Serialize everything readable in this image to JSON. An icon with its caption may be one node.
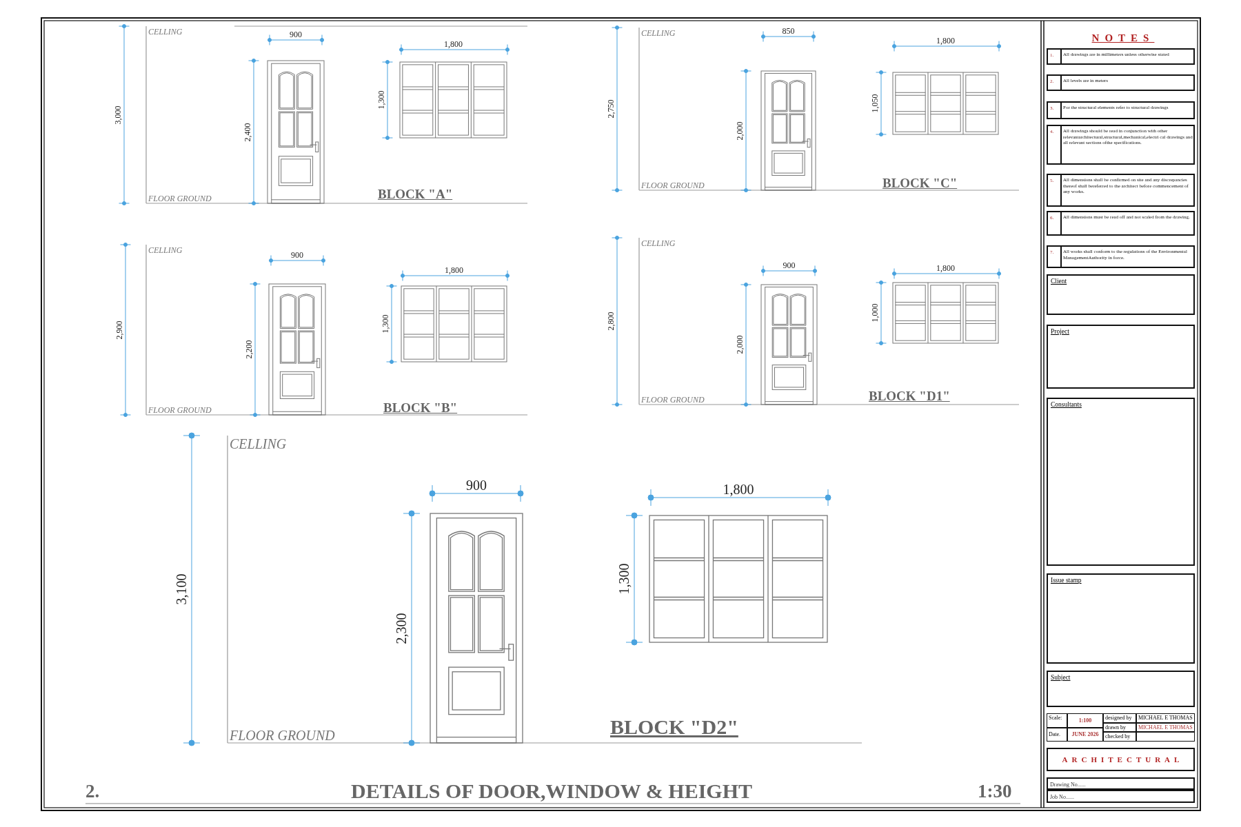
{
  "diagram": {
    "title": "DETAILS OF DOOR,WINDOW & HEIGHT",
    "nodes": [
      {
        "text": [
          "1.",
          "All drawings are in millimeters unless otherwise stated"
        ]
      },
      {
        "text": [
          "2.",
          "All levels are in meters"
        ]
      },
      {
        "text": [
          "3.",
          "For the structural elements refer to structural drawings"
        ]
      },
      {
        "text": [
          "4.",
          "All drawings should be read in conjunction with other relevantarchitectural,structural,mechanical,electri cal drawings and all relevant sections ofthe specifications."
        ]
      },
      {
        "text": [
          "5.",
          "All dimensions shall be confirmed on site and any discrepancies thereof shall bereferred to the architect before commencement of any works."
        ]
      },
      {
        "text": [
          "6.",
          "All dimensions must be read off and not scaled from the drawing."
        ]
      },
      {
        "text": [
          "7.",
          "All works shall conform to the regulations of the Environmental ManagementAuthority in force."
        ]
      },
      {
        "text": [
          "Client"
        ]
      },
      {
        "text": [
          "Project"
        ]
      },
      {
        "text": [
          "Consultants"
        ]
      },
      {
        "text": [
          "Issue stamp"
        ]
      },
      {
        "text": [
          "Subject"
        ]
      },
      {
        "text": [
          "ARCHITECTURAL"
        ]
      },
      {
        "text": [
          "Drawing No......"
        ]
      },
      {
        "text": [
          "Job No......"
        ]
      }
    ],
    "labels": [
      "CELLING",
      "3,000",
      "900",
      "1,800",
      "2,400",
      "1,300",
      "FLOOR GROUND",
      "BLOCK \"A\"",
      "CELLING",
      "2,750",
      "850",
      "1,800",
      "2,000",
      "1,050",
      "FLOOR GROUND",
      "BLOCK \"C\"",
      "CELLING",
      "2,900",
      "900",
      "1,800",
      "2,200",
      "1,300",
      "FLOOR GROUND",
      "BLOCK \"B\"",
      "CELLING",
      "2,800",
      "900",
      "1,800",
      "2,000",
      "1,000",
      "FLOOR GROUND",
      "BLOCK \"D1\"",
      "CELLING",
      "3,100",
      "900",
      "1,800",
      "2,300",
      "1,300",
      "FLOOR GROUND",
      "BLOCK \"D2\"",
      "2.",
      "1:30",
      "NOTES",
      "Scale:",
      "1:100",
      "designed by",
      "MICHAEL E THOMAS",
      "drawn by",
      "MICHAEL E THOMAS",
      "Date.",
      "JUNE 2026",
      "checked by"
    ]
  }
}
